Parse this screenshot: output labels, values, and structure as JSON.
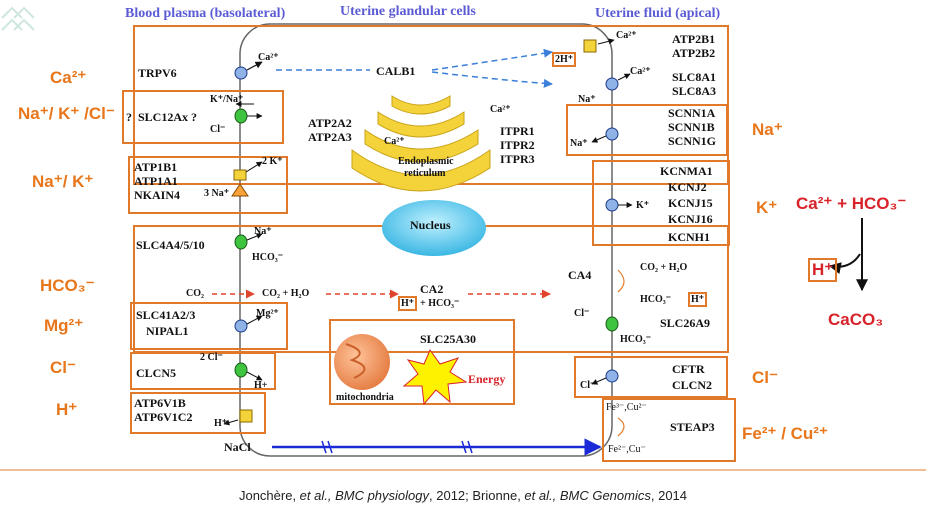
{
  "headers": {
    "left": "Blood plasma (basolateral)",
    "center": "Uterine glandular cells",
    "right": "Uterine fluid (apical)"
  },
  "ions_left": [
    "Ca²⁺",
    "Na⁺/ K⁺ /Cl⁻",
    "Na⁺/ K⁺",
    "HCO₃⁻",
    "Mg²⁺",
    "Cl⁻",
    "H⁺"
  ],
  "ions_right": [
    "Na⁺",
    "K⁺",
    "Cl⁻",
    "Fe²⁺ / Cu²⁺"
  ],
  "reaction": {
    "left": "Ca²⁺ + HCO₃⁻",
    "proton": "H⁺",
    "product": "CaCO₃"
  },
  "basolateral": {
    "trpv6": "TRPV6",
    "slc12ax": "SLC12Ax ?",
    "slc12ax_q": "?",
    "atp1": [
      "ATP1B1",
      "ATP1A1",
      "NKAIN4"
    ],
    "slc4a": "SLC4A4/5/10",
    "slc41": [
      "SLC41A2/3",
      "NIPAL1"
    ],
    "clcn5": "CLCN5",
    "atp6v": [
      "ATP6V1B",
      "ATP6V1C2"
    ]
  },
  "apical": {
    "atp2b": [
      "ATP2B1",
      "ATP2B2"
    ],
    "slc8a": [
      "SLC8A1",
      "SLC8A3"
    ],
    "scnn1": [
      "SCNN1A",
      "SCNN1B",
      "SCNN1G"
    ],
    "kcn": [
      "KCNMA1",
      "KCNJ2",
      "KCNJ15",
      "KCNJ16",
      "KCNH1"
    ],
    "ca4": "CA4",
    "slc26a9": "SLC26A9",
    "cftr": [
      "CFTR",
      "CLCN2"
    ],
    "steap3": "STEAP3"
  },
  "cell": {
    "calb1": "CALB1",
    "atp2a": [
      "ATP2A2",
      "ATP2A3"
    ],
    "itpr": [
      "ITPR1",
      "ITPR2",
      "ITPR3"
    ],
    "er_label": [
      "Endoplasmic",
      "reticulum"
    ],
    "nucleus": "Nucleus",
    "ca2": "CA2",
    "slc25a30": "SLC25A30",
    "mito_label": "mitochondria",
    "energy": "Energy",
    "nacl": "NaCl"
  },
  "small_labels": {
    "ca": "Ca²⁺",
    "two_h": "2H⁺",
    "na": "Na⁺",
    "k_na": "K⁺/Na⁺",
    "cl": "Cl⁻",
    "two_k": "2 K⁺",
    "three_na": "3 Na⁺",
    "k": "K⁺",
    "hco3": "HCO₃⁻",
    "co2": "CO₂",
    "co2_h2o": "CO₂ + H₂O",
    "h_plus_hco3": "+ HCO₃⁻",
    "h": "H⁺",
    "mg": "Mg²⁺",
    "two_cl": "2 Cl⁻",
    "h_plus": "H+",
    "fe3_cu2": "Fe³⁻,Cu²⁻",
    "fe2_cu": "Fe²⁻,Cu⁻"
  },
  "citation": {
    "a1": "Jonchère, ",
    "a1_etal": "et al., BMC physiology",
    "a1_year": ", 2012; Brionne, ",
    "a2_etal": "et al., BMC Genomics",
    "a2_year": ", 2014"
  },
  "colors": {
    "accent_orange": "#e07a2a",
    "ion_orange": "#e8761a",
    "header_blue": "#5b5bd6",
    "reaction_red": "#d8232a",
    "calb_blue": "#3a7fd9",
    "dashed_red": "#e0442a",
    "nucleus": "#5ec8e8",
    "er_yellow": "#f4d23a"
  }
}
